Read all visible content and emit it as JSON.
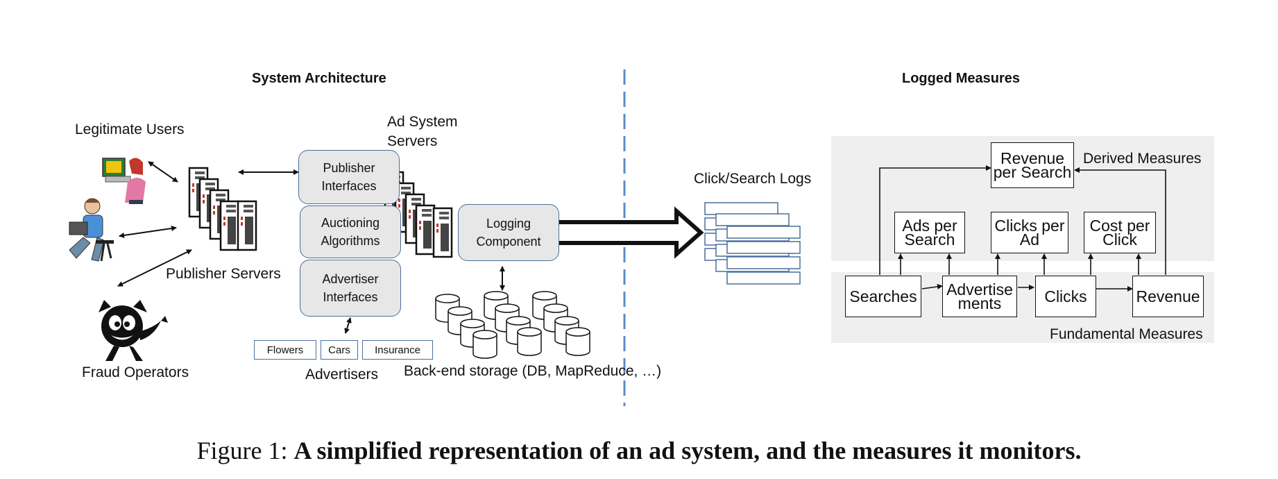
{
  "headings": {
    "left": "System Architecture",
    "right": "Logged Measures"
  },
  "actors": {
    "legitimate_users": "Legitimate Users",
    "fraud_operators": "Fraud Operators",
    "publisher_servers": "Publisher Servers",
    "ad_system_servers_line1": "Ad System",
    "ad_system_servers_line2": "Servers"
  },
  "components": {
    "publisher_interfaces_1": "Publisher",
    "publisher_interfaces_2": "Interfaces",
    "auctioning_1": "Auctioning",
    "auctioning_2": "Algorithms",
    "advertiser_interfaces_1": "Advertiser",
    "advertiser_interfaces_2": "Interfaces",
    "logging_1": "Logging",
    "logging_2": "Component"
  },
  "advertisers": {
    "label": "Advertisers",
    "items": [
      "Flowers",
      "Cars",
      "Insurance"
    ]
  },
  "storage": {
    "label": "Back-end storage (DB, MapReduce, …)"
  },
  "logs": {
    "label": "Click/Search Logs"
  },
  "measures": {
    "derived_label": "Derived Measures",
    "fundamental_label": "Fundamental Measures",
    "revenue_per_search_1": "Revenue",
    "revenue_per_search_2": "per Search",
    "ads_per_search_1": "Ads per",
    "ads_per_search_2": "Search",
    "clicks_per_ad_1": "Clicks per",
    "clicks_per_ad_2": "Ad",
    "cost_per_click_1": "Cost per",
    "cost_per_click_2": "Click",
    "searches": "Searches",
    "advertisements_1": "Advertise",
    "advertisements_2": "ments",
    "clicks": "Clicks",
    "revenue": "Revenue"
  },
  "caption": {
    "prefix": "Figure 1: ",
    "text": "A simplified representation of an ad system, and the measures it monitors."
  },
  "colors": {
    "accent": "#4a6e9a",
    "divider": "#5b8bc9",
    "panel": "#efefef"
  }
}
